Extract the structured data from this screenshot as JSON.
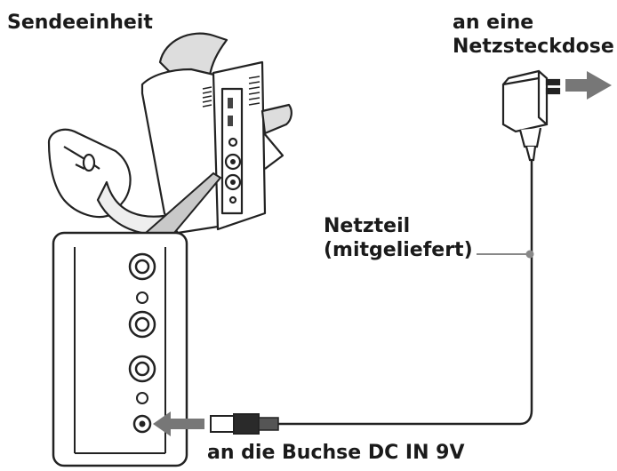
{
  "labels": {
    "sender_unit": "Sendeeinheit",
    "socket_line1": "an eine",
    "socket_line2": "Netzsteckdose",
    "adapter_line1": "Netzteil",
    "adapter_line2": "(mitgeliefert)",
    "dc_in": "an die Buchse DC IN 9V"
  },
  "colors": {
    "line": "#222222",
    "gray_fill": "#c9c9c9",
    "arrow": "#777777",
    "connector_dot": "#888888"
  }
}
